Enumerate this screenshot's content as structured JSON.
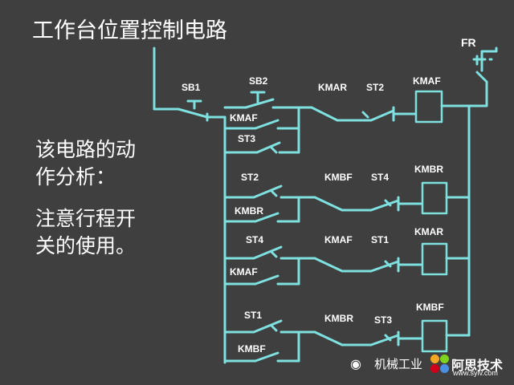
{
  "slide": {
    "title": "工作台位置控制电路",
    "note_lines": [
      "该电路的动",
      "作分析：",
      "注意行程开",
      "关的使用。"
    ]
  },
  "labels": {
    "fr": "FR",
    "sb1": "SB1",
    "sb2": "SB2",
    "row1_kmar": "KMAR",
    "row1_st2": "ST2",
    "row1_coil": "KMAF",
    "row1_hold": "KMAF",
    "row1_st3": "ST3",
    "row2_st2": "ST2",
    "row2_kmbf": "KMBF",
    "row2_st4": "ST4",
    "row2_coil": "KMBR",
    "row2_hold": "KMBR",
    "row3_st4": "ST4",
    "row3_kmaf": "KMAF",
    "row3_st1": "ST1",
    "row3_coil": "KMAR",
    "row3_hold": "KMAF",
    "row4_st1": "ST1",
    "row4_kmbr": "KMBR",
    "row4_st3": "ST3",
    "row4_coil": "KMBF",
    "row4_hold": "KMBF"
  },
  "watermark": {
    "text": "机械工业",
    "site": "阿思技术",
    "url": "www.sylv.com"
  },
  "colors": {
    "background": "#3f3f3f",
    "wire": "#7fe0e0",
    "text": "#ffffff"
  }
}
